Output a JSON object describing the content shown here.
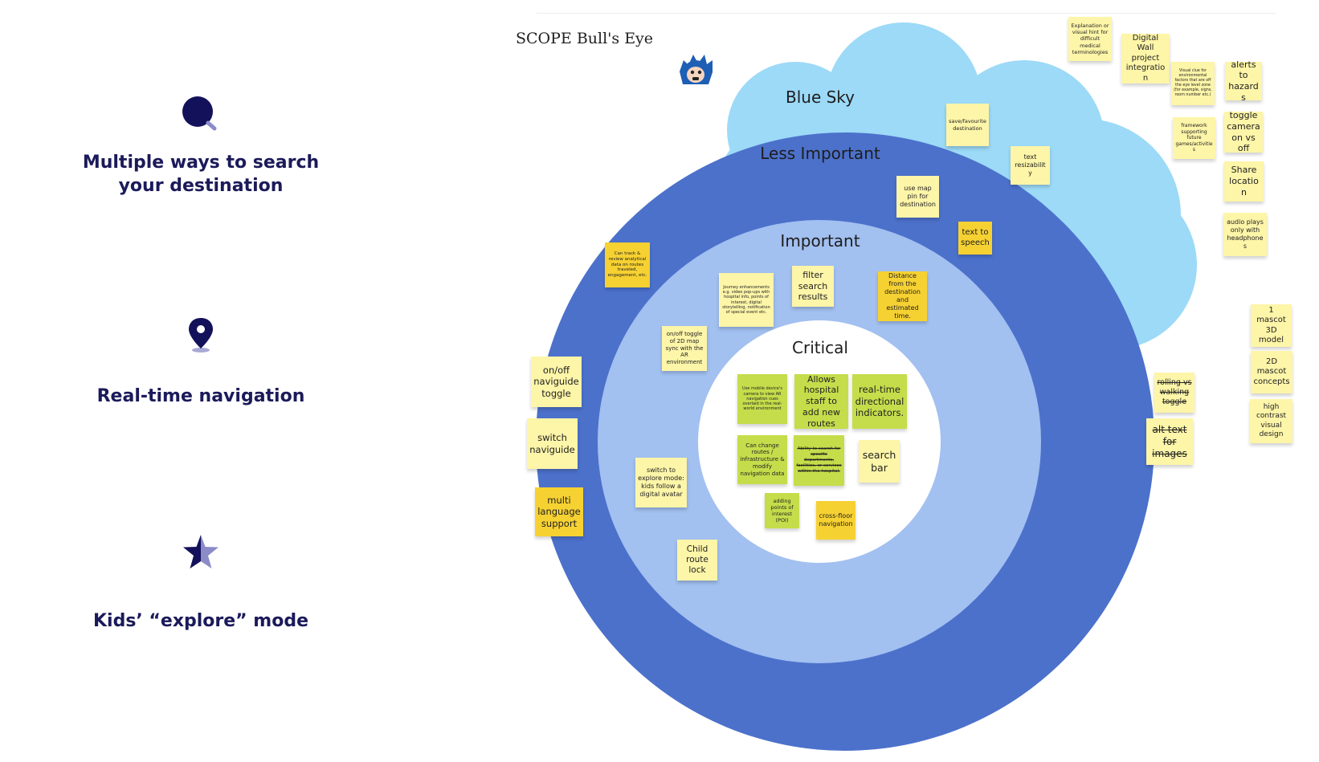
{
  "features": [
    {
      "label": "Multiple ways to search your destination",
      "icon": "search-icon"
    },
    {
      "label": "Real-time navigation",
      "icon": "location-pin-icon"
    },
    {
      "label": "Kids’ “explore” mode",
      "icon": "star-icon"
    }
  ],
  "board": {
    "title": "SCOPE Bull's Eye",
    "mascot_icon": "mascot-avatar-icon"
  },
  "rings": {
    "blue_sky": "Blue Sky",
    "less_important": "Less Important",
    "important": "Important",
    "critical": "Critical"
  },
  "colors": {
    "cloud": "#9cdaf7",
    "less_important": "#4c71cb",
    "important": "#a2c0f0",
    "critical": "#ffffff",
    "feature_text": "#1b1a5a",
    "sticky_yellow": "#fdf5a8",
    "sticky_orange": "#f6d132",
    "sticky_green": "#c5dd4b"
  },
  "stickies": {
    "blue_sky": [
      {
        "text": "Explanation or visual hint for difficult medical terminologies",
        "color": "yellow"
      },
      {
        "text": "Digital Wall project integration",
        "color": "yellow"
      },
      {
        "text": "Visual clue for environmental factors that are off the eye level zone (for example, signs, room number etc.)",
        "color": "yellow"
      },
      {
        "text": "alerts to hazards",
        "color": "yellow"
      },
      {
        "text": "save/favourite destination",
        "color": "yellow"
      },
      {
        "text": "framework supporting future games/activities",
        "color": "yellow"
      },
      {
        "text": "toggle camera on vs off",
        "color": "yellow"
      },
      {
        "text": "text resizability",
        "color": "yellow"
      },
      {
        "text": "Share location",
        "color": "yellow"
      },
      {
        "text": "audio plays only with headphones",
        "color": "yellow"
      }
    ],
    "less_important": [
      {
        "text": "use map pin for destination",
        "color": "yellow"
      },
      {
        "text": "text to speech",
        "color": "orange"
      },
      {
        "text": "Can track & review analytical data on routes traveled, engagement, etc.",
        "color": "orange"
      },
      {
        "text": "on/off naviguide toggle",
        "color": "yellow"
      },
      {
        "text": "switch naviguide",
        "color": "yellow"
      },
      {
        "text": "multi language support",
        "color": "orange"
      }
    ],
    "important": [
      {
        "text": "Journey enhancements e.g. video pop-ups with hospital info, points of interest, digital storytelling, notification of special event etc.",
        "color": "yellow"
      },
      {
        "text": "filter search results",
        "color": "yellow"
      },
      {
        "text": "Distance from the destination and estimated time.",
        "color": "orange"
      },
      {
        "text": "on/off toggle of 2D map sync with the AR environment",
        "color": "yellow"
      },
      {
        "text": "switch to explore mode: kids follow a digital avatar",
        "color": "yellow"
      },
      {
        "text": "Child route lock",
        "color": "yellow"
      }
    ],
    "critical": [
      {
        "text": "Use mobile device's camera to view AR navigation cues overlaid in the real-world environment",
        "color": "green"
      },
      {
        "text": "Allows hospital staff to add new routes",
        "color": "green"
      },
      {
        "text": "real-time directional indicators.",
        "color": "green"
      },
      {
        "text": "Can change routes / infrastructure & modify navigation data",
        "color": "green"
      },
      {
        "text": "Ability to search for specific departments, facilities, or services within the hospital.",
        "color": "green",
        "struck": true
      },
      {
        "text": "search bar",
        "color": "yellow"
      },
      {
        "text": "adding points of interest (POI)",
        "color": "green"
      },
      {
        "text": "cross-floor navigation",
        "color": "orange"
      }
    ],
    "outside": [
      {
        "text": "1 mascot 3D model",
        "color": "yellow"
      },
      {
        "text": "2D mascot concepts",
        "color": "yellow"
      },
      {
        "text": "rolling vs walking toggle",
        "color": "yellow",
        "struck": true
      },
      {
        "text": "high contrast visual design",
        "color": "yellow"
      },
      {
        "text": "alt text for images",
        "color": "yellow",
        "struck": true
      }
    ]
  }
}
